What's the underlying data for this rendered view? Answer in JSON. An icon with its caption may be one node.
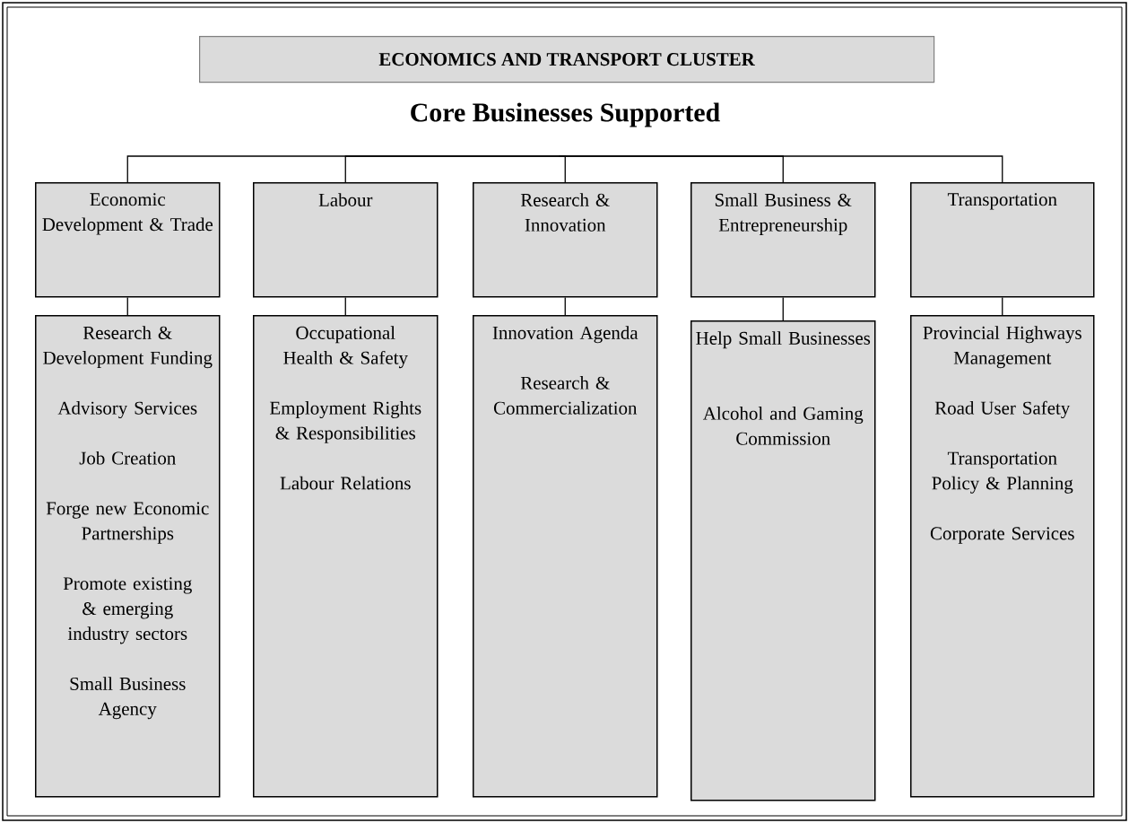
{
  "diagram": {
    "nodes": [
      {
        "text": [
          "ECONOMICS AND TRANSPORT CLUSTER"
        ]
      },
      {
        "text": [
          "Core Businesses Supported"
        ]
      },
      {
        "text": [
          "Economic Development & Trade"
        ]
      },
      {
        "text": [
          "Labour"
        ]
      },
      {
        "text": [
          "Research & Innovation"
        ]
      },
      {
        "text": [
          "Small Business & Entrepreneurship"
        ]
      },
      {
        "text": [
          "Transportation"
        ]
      },
      {
        "text": [
          "Research & Development Funding",
          "Advisory Services",
          "Job Creation",
          "Forge new Economic Partnerships",
          "Promote existing & emerging industry sectors",
          "Small Business Agency"
        ]
      },
      {
        "text": [
          "Occupational Health & Safety",
          "Employment Rights & Responsibilities",
          "Labour Relations"
        ]
      },
      {
        "text": [
          "Innovation Agenda",
          "Research & Commercialization"
        ]
      },
      {
        "text": [
          "Help Small Businesses",
          "Alcohol and Gaming Commission"
        ]
      },
      {
        "text": [
          "Provincial Highways Management",
          "Road User Safety",
          "Transportation Policy & Planning",
          "Corporate Services"
        ]
      }
    ],
    "edges": [
      {
        "from": null,
        "to": 2,
        "arrow": "none"
      },
      {
        "from": null,
        "to": 3,
        "arrow": "none"
      },
      {
        "from": null,
        "to": 4,
        "arrow": "none"
      },
      {
        "from": null,
        "to": 5,
        "arrow": "none"
      },
      {
        "from": null,
        "to": 6,
        "arrow": "none"
      },
      {
        "from": 2,
        "to": 7,
        "arrow": "none"
      },
      {
        "from": 3,
        "to": 8,
        "arrow": "none"
      },
      {
        "from": 4,
        "to": 9,
        "arrow": "none"
      },
      {
        "from": 5,
        "to": 10,
        "arrow": "none"
      },
      {
        "from": 6,
        "to": 11,
        "arrow": "none"
      }
    ]
  }
}
